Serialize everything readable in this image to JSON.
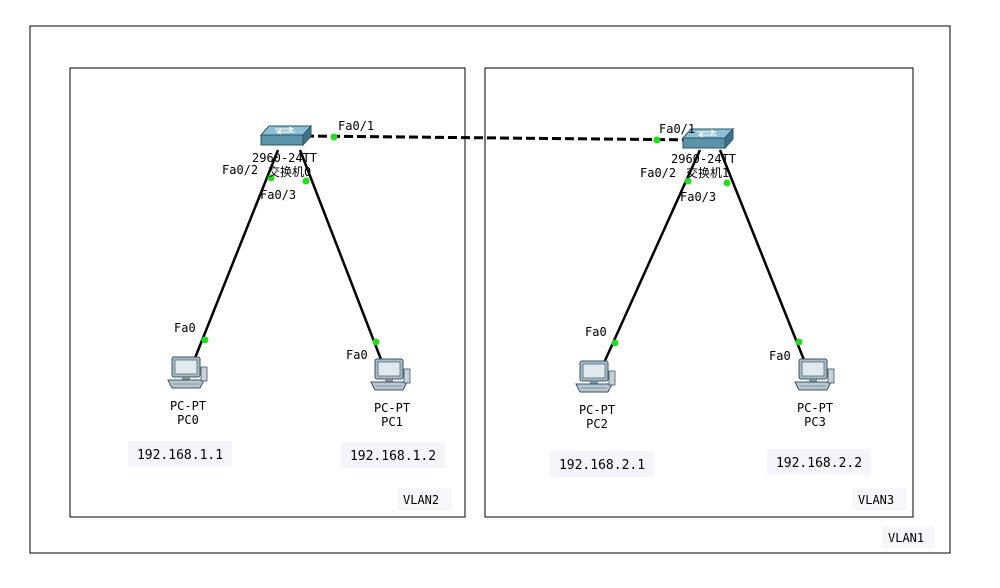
{
  "zones": {
    "outer": {
      "label": "VLAN1"
    },
    "left": {
      "label": "VLAN2"
    },
    "right": {
      "label": "VLAN3"
    }
  },
  "switches": [
    {
      "model": "2960-24TT",
      "name": "交换机0"
    },
    {
      "model": "2960-24TT",
      "name": "交换机1"
    }
  ],
  "pcs": [
    {
      "type": "PC-PT",
      "name": "PC0",
      "ip": "192.168.1.1",
      "port": "Fa0"
    },
    {
      "type": "PC-PT",
      "name": "PC1",
      "ip": "192.168.1.2",
      "port": "Fa0"
    },
    {
      "type": "PC-PT",
      "name": "PC2",
      "ip": "192.168.2.1",
      "port": "Fa0"
    },
    {
      "type": "PC-PT",
      "name": "PC3",
      "ip": "192.168.2.2",
      "port": "Fa0"
    }
  ],
  "ports": {
    "sw0_trunk": "Fa0/1",
    "sw0_pc0": "Fa0/2",
    "sw0_pc1": "Fa0/3",
    "sw1_trunk": "Fa0/1",
    "sw1_pc2": "Fa0/2",
    "sw1_pc3": "Fa0/3"
  },
  "colors": {
    "link": "#000000",
    "port_up": "#22dd22",
    "switch_body": "#5b93ab",
    "frame": "#000000",
    "ip_bg": "#f4f4fa"
  }
}
